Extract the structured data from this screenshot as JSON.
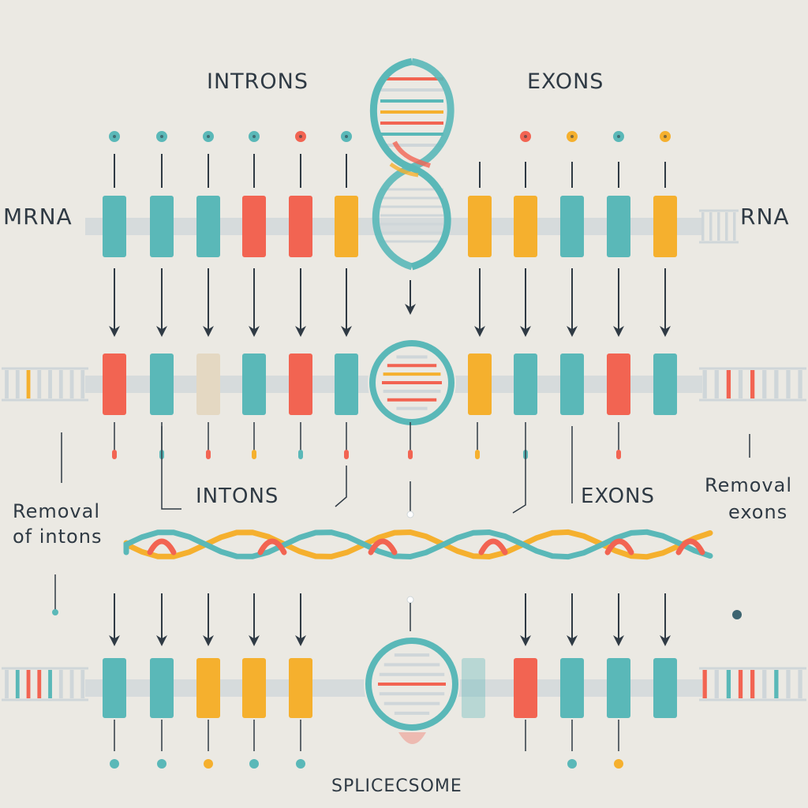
{
  "labels": {
    "introns_top": "INTRONS",
    "exons_top": "EXONS",
    "mrna_left": "MRNA",
    "rna_right": "RNA",
    "introns_mid": "INTONS",
    "exons_mid": "EXONS",
    "removal_left_line1": "Removal",
    "removal_left_line2": "of intons",
    "removal_right_line1": "Removal",
    "removal_right_line2": "exons",
    "spliceosome": "SPLICECSOME"
  },
  "colors": {
    "background": "#ebe9e3",
    "teal": "#5ab8b8",
    "red": "#f26452",
    "yellow": "#f5b02e",
    "beige": "#e4d8c2",
    "strand": "#cfd6d9",
    "ink": "#2f3a44"
  },
  "rows": [
    {
      "dots": [
        "teal",
        "teal",
        "teal",
        "teal",
        "red",
        "teal",
        "red",
        "yellow",
        "teal",
        "yellow"
      ],
      "blocks": [
        "teal",
        "teal",
        "teal",
        "red",
        "red",
        "yellow",
        "yellow",
        "yellow",
        "teal",
        "teal",
        "yellow"
      ]
    },
    {
      "blocks": [
        "red",
        "teal",
        "beige",
        "teal",
        "red",
        "teal",
        "yellow",
        "teal",
        "teal",
        "red",
        "teal"
      ],
      "pins": [
        "red",
        "teal",
        "red",
        "yellow",
        "teal",
        "red",
        "red",
        "yellow",
        "teal",
        "red"
      ]
    },
    {
      "blocks": [
        "teal",
        "teal",
        "yellow",
        "yellow",
        "yellow",
        "teal",
        "red",
        "teal",
        "teal",
        "teal"
      ],
      "dots": [
        "teal",
        "teal",
        "yellow",
        "teal",
        "teal",
        "teal",
        "yellow"
      ]
    }
  ]
}
